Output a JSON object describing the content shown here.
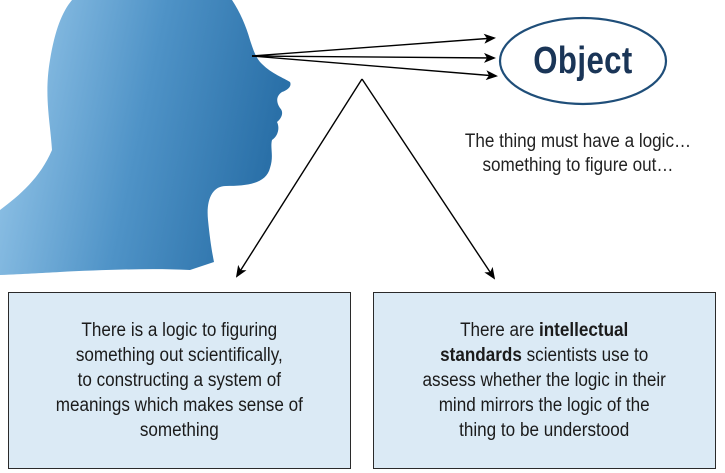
{
  "object": {
    "label": "Object"
  },
  "note": {
    "line1": "The thing must have a logic…",
    "line2": "something to figure out…"
  },
  "left_box": {
    "line1": "There is a logic to figuring",
    "line2": "something out scientifically,",
    "line3": "to constructing a system of",
    "line4": "meanings which makes sense of",
    "line5": "something"
  },
  "right_box": {
    "line1_prefix": "There are ",
    "line1_bold": "intellectual",
    "line2_bold": "standards",
    "line2_rest": " scientists use to",
    "line3": "assess whether the logic in their",
    "line4": "mind mirrors the logic of the",
    "line5": "thing to be understood"
  },
  "colors": {
    "head_light": "#8fc3e6",
    "head_dark": "#2f78b0",
    "box_fill": "#dbeaf5",
    "ellipse_stroke": "#1f4e79"
  }
}
